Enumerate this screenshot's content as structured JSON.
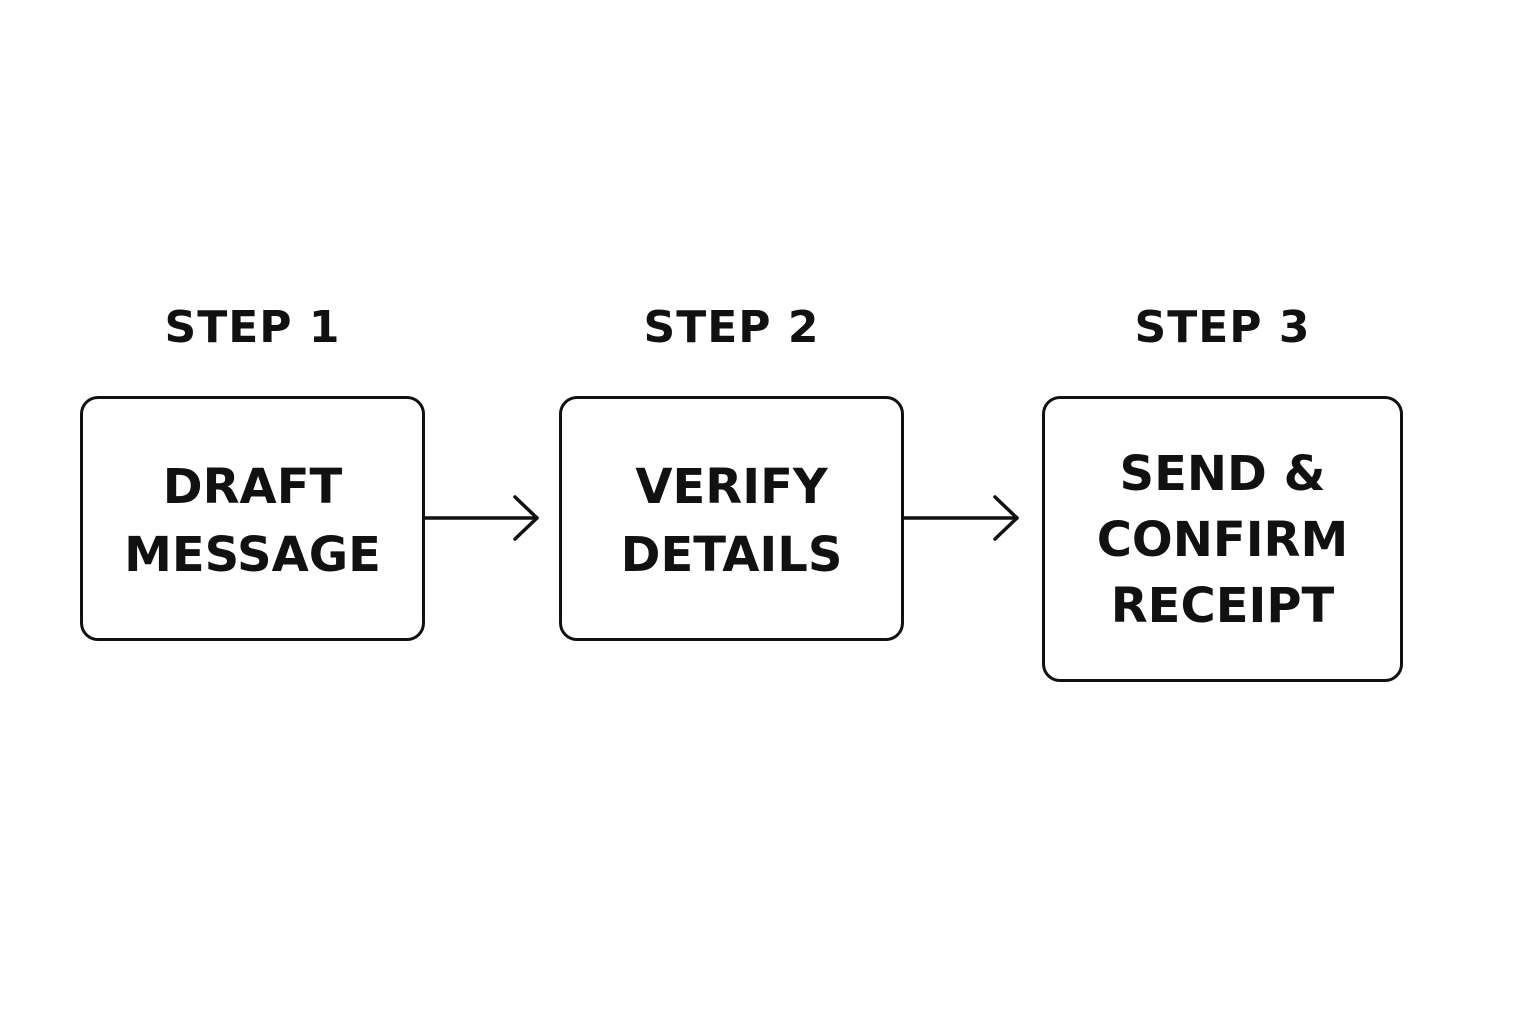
{
  "steps": [
    {
      "title": "STEP 1",
      "label_lines": [
        "DRAFT",
        "MESSAGE"
      ]
    },
    {
      "title": "STEP 2",
      "label_lines": [
        "VERIFY",
        "DETAILS"
      ]
    },
    {
      "title": "STEP 3",
      "label_lines": [
        "SEND &",
        "CONFIRM",
        "RECEIPT"
      ]
    }
  ],
  "colors": {
    "stroke": "#111111",
    "background": "#ffffff"
  }
}
